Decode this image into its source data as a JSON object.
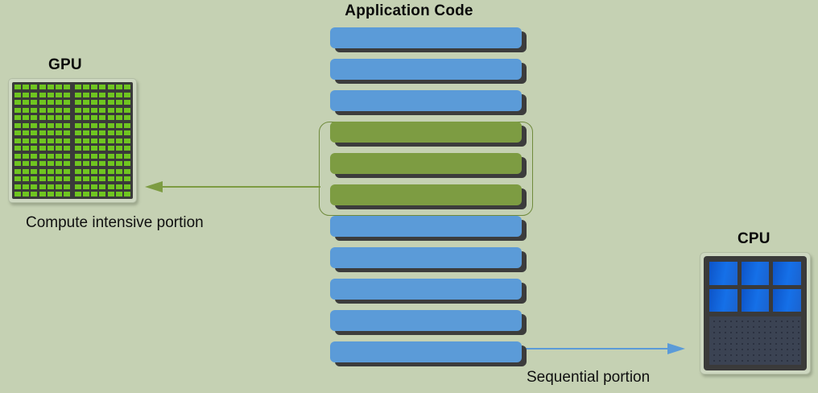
{
  "diagram": {
    "title": "Application Code",
    "background_color": "#c5d1b3"
  },
  "gpu": {
    "label": "GPU",
    "caption": "Compute intensive portion",
    "cell_color": "#6fc520",
    "die_color": "#3a3a3a",
    "rows": 15,
    "cols_per_half": 7,
    "halves": 2
  },
  "cpu": {
    "label": "CPU",
    "caption": "Sequential portion",
    "core_color": "#1570e8",
    "die_color": "#3a3a3a",
    "cache_color": "#2b3140",
    "core_rows": 2,
    "core_cols": 3,
    "core_count": 6
  },
  "code_bars": {
    "blue_color": "#5b9bd8",
    "green_color": "#7d9c42",
    "shadow_color": "#3c3c3c",
    "total": 11,
    "items": [
      {
        "index": 1,
        "type": "blue"
      },
      {
        "index": 2,
        "type": "blue"
      },
      {
        "index": 3,
        "type": "blue"
      },
      {
        "index": 4,
        "type": "green"
      },
      {
        "index": 5,
        "type": "green"
      },
      {
        "index": 6,
        "type": "green"
      },
      {
        "index": 7,
        "type": "blue"
      },
      {
        "index": 8,
        "type": "blue"
      },
      {
        "index": 9,
        "type": "blue"
      },
      {
        "index": 10,
        "type": "blue"
      },
      {
        "index": 11,
        "type": "blue"
      }
    ],
    "group_highlight": {
      "label": "parallel-section-group",
      "first_index": 4,
      "last_index": 6,
      "border_color": "#6f8a3c"
    }
  },
  "arrows": [
    {
      "name": "gpu-arrow",
      "direction": "left",
      "color": "#7d9c42"
    },
    {
      "name": "cpu-arrow",
      "direction": "right",
      "color": "#5b9bd8"
    }
  ]
}
